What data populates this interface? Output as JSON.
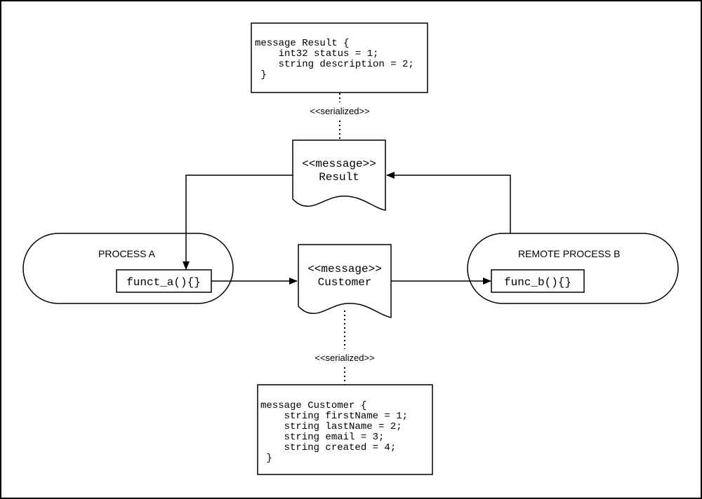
{
  "colors": {
    "stroke": "#000000",
    "background": "#ffffff"
  },
  "result_definition": {
    "lines": [
      "message Result {",
      "    int32 status = 1;",
      "    string description = 2;",
      " }"
    ]
  },
  "customer_definition": {
    "lines": [
      "message Customer {",
      "    string firstName = 1;",
      "    string lastName = 2;",
      "    string email = 3;",
      "    string created = 4;",
      " }"
    ]
  },
  "serialized_top": "<<serialized>>",
  "serialized_bottom": "<<serialized>>",
  "result_message": {
    "stereotype": "<<message>>",
    "name": "Result"
  },
  "customer_message": {
    "stereotype": "<<message>>",
    "name": "Customer"
  },
  "process_a": {
    "label": "PROCESS A",
    "function": "funct_a(){}"
  },
  "process_b": {
    "label": "REMOTE PROCESS B",
    "function": "func_b(){}"
  }
}
